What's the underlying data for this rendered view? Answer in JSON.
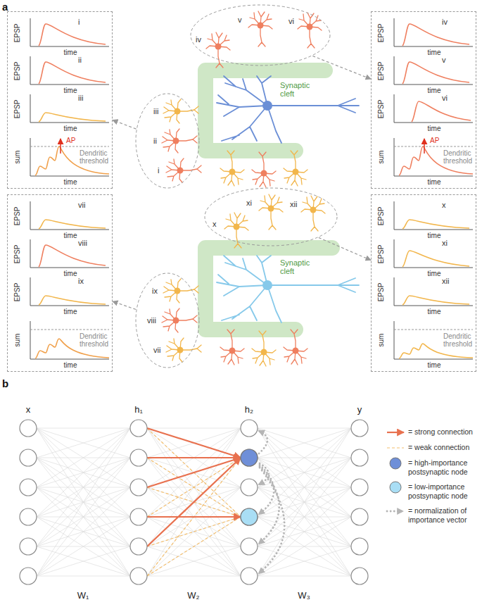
{
  "diagram": {
    "nodes": [
      {
        "text": [
          "EPSP",
          "i",
          "time",
          "EPSP",
          "ii",
          "time",
          "EPSP",
          "iii",
          "time",
          "sum",
          "AP",
          "Dendritic threshold",
          "time"
        ]
      },
      {
        "text": [
          "v",
          "vi",
          "iv"
        ]
      },
      {
        "text": [
          "EPSP",
          "iv",
          "time",
          "EPSP",
          "v",
          "time",
          "EPSP",
          "vi",
          "time",
          "sum",
          "AP",
          "Dendritic threshold",
          "time"
        ]
      },
      {
        "text": [
          "iii",
          "ii",
          "i"
        ]
      },
      {
        "text": [
          "EPSP",
          "vii",
          "time",
          "EPSP",
          "viii",
          "time",
          "EPSP",
          "ix",
          "time",
          "sum",
          "Dendritic threshold",
          "time"
        ]
      },
      {
        "text": [
          "xi",
          "xii",
          "x"
        ]
      },
      {
        "text": [
          "EPSP",
          "x",
          "time",
          "EPSP",
          "xi",
          "time",
          "EPSP",
          "xii",
          "time",
          "sum",
          "Dendritic threshold",
          "time"
        ]
      },
      {
        "text": [
          "ix",
          "viii",
          "vii"
        ]
      }
    ],
    "edges": [
      {
        "from": 3,
        "to": 0,
        "arrow": "to"
      },
      {
        "from": 1,
        "to": 2,
        "arrow": "to"
      },
      {
        "from": 7,
        "to": 4,
        "arrow": "to"
      },
      {
        "from": 5,
        "to": 6,
        "arrow": "to"
      }
    ],
    "labels": [
      "a",
      "Synaptic cleft",
      "Synaptic cleft",
      "b",
      "x",
      "h₁",
      "h₂",
      "y",
      "W₁",
      "W₂",
      "W₃"
    ],
    "legend": [
      {
        "text": "= strong connection"
      },
      {
        "text": "= weak connection"
      },
      {
        "text": "= high-importance postsynaptic node"
      },
      {
        "text": "= low-importance postsynaptic node"
      },
      {
        "text": "= normalization of importance vector"
      }
    ]
  }
}
